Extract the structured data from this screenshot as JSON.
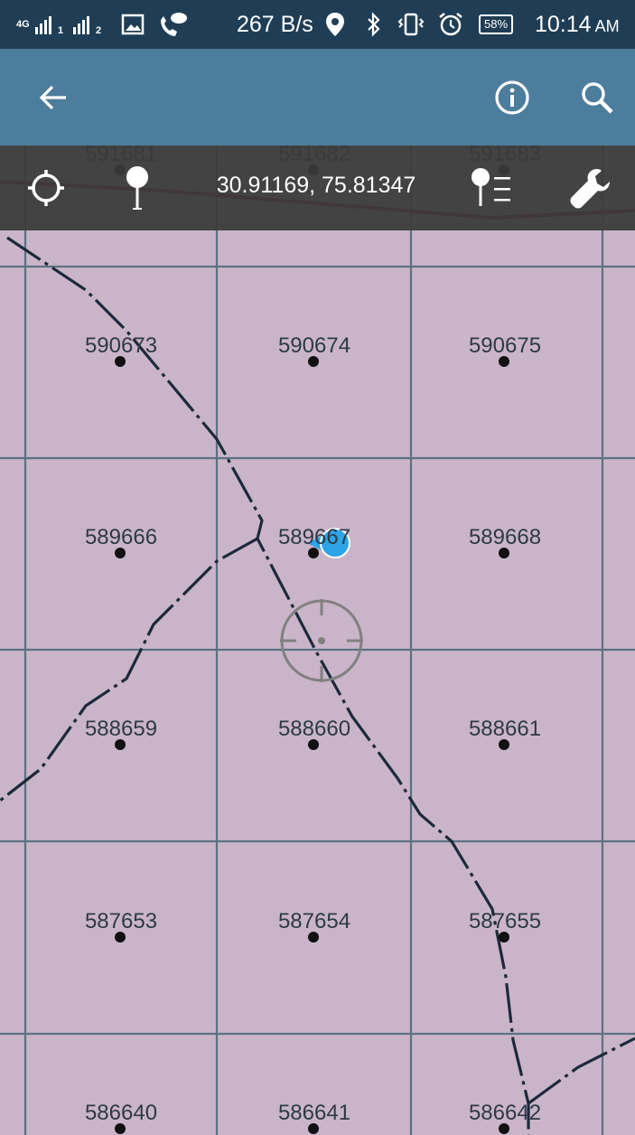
{
  "status_bar": {
    "network_label": "4G",
    "sim1_label": "1",
    "sim2_label": "2",
    "data_rate": "267 B/s",
    "battery": "58%",
    "time": "10:14",
    "ampm": "AM",
    "icons": [
      "signal-icon",
      "image-icon",
      "wifi-call-icon",
      "location-icon",
      "bluetooth-icon",
      "vibrate-icon",
      "alarm-icon",
      "battery-icon"
    ]
  },
  "app_bar": {
    "icons": [
      "back-arrow-icon",
      "info-icon",
      "search-icon"
    ]
  },
  "tool_bar": {
    "coordinates": "30.91169, 75.81347",
    "icons": [
      "crosshair-icon",
      "pin-icon",
      "pin-list-icon",
      "wrench-icon"
    ]
  },
  "map": {
    "background": "#cab5c8",
    "grid_color": "#5b7182",
    "road_color": "#1c2a3a",
    "rail_color": "#7a0f1b",
    "location_dot_color": "#2ea4e8",
    "top_labels": [
      "591681",
      "591682",
      "591683"
    ],
    "cells": [
      [
        "590673",
        "590674",
        "590675"
      ],
      [
        "589666",
        "589667",
        "589668"
      ],
      [
        "588659",
        "588660",
        "588661"
      ],
      [
        "587653",
        "587654",
        "587655"
      ],
      [
        "586640",
        "586641",
        "586642"
      ]
    ]
  }
}
